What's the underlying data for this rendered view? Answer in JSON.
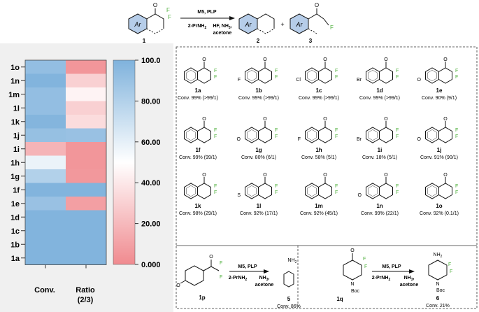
{
  "colors": {
    "high": "#7fb2dc",
    "mid": "#ffffff",
    "low": "#f08a8f",
    "ar_fill": "#b6cde9",
    "fluorine": "#4caf3a"
  },
  "scheme": {
    "ar": "Ar",
    "reagents_top": "M5, PLP",
    "reagents_left": "2-PrNH",
    "reagents_left_sub": "2",
    "reagents_right": "HF, NH",
    "reagents_right_sub": "3",
    "solvent": ",",
    "solvent2": "acetone",
    "plus": "+",
    "cmpd1": "1",
    "cmpd2": "2",
    "cmpd3": "3",
    "o": "O",
    "f": "F"
  },
  "heatmap": {
    "rows": [
      "1o",
      "1n",
      "1m",
      "1l",
      "1k",
      "1j",
      "1i",
      "1h",
      "1g",
      "1f",
      "1e",
      "1d",
      "1c",
      "1b",
      "1a"
    ],
    "conv": [
      92,
      99,
      92,
      92,
      98,
      91,
      18,
      58,
      80,
      99,
      90,
      99,
      99,
      99,
      99
    ],
    "ratio_labels": [
      "Conv.",
      "Ratio",
      "(2/3)"
    ],
    "ratio": [
      5,
      30,
      45,
      30,
      35,
      90,
      5,
      5,
      6,
      99,
      9,
      99,
      99,
      99,
      99
    ]
  },
  "colorbar": {
    "ticks": [
      "100.0",
      "80.00",
      "60.00",
      "40.00",
      "20.00",
      "0.000"
    ],
    "range": [
      0,
      100
    ]
  },
  "compounds": [
    {
      "id": "1a",
      "info": "Conv. 99% (>99/1)"
    },
    {
      "id": "1b",
      "info": "Conv. 99% (>99/1)",
      "sub": "F"
    },
    {
      "id": "1c",
      "info": "Conv. 99% (>99/1)",
      "sub": "Cl"
    },
    {
      "id": "1d",
      "info": "Conv. 99% (>99/1)",
      "sub": "Br"
    },
    {
      "id": "1e",
      "info": "Conv. 90% (9/1)",
      "sub": "O"
    },
    {
      "id": "1f",
      "info": "Conv. 99% (99/1)"
    },
    {
      "id": "1g",
      "info": "Conv. 80% (6/1)",
      "sub": "O"
    },
    {
      "id": "1h",
      "info": "Conv. 58% (5/1)",
      "sub": "F"
    },
    {
      "id": "1i",
      "info": "Conv. 18% (5/1)",
      "sub": "Br"
    },
    {
      "id": "1j",
      "info": "Conv. 91% (90/1)",
      "sub": "O"
    },
    {
      "id": "1k",
      "info": "Conv. 98% (29/1)"
    },
    {
      "id": "1l",
      "info": "Conv. 92% (17/1)",
      "sub": "S"
    },
    {
      "id": "1m",
      "info": "Conv. 92% (45/1)"
    },
    {
      "id": "1n",
      "info": "Conv. 99% (22/1)",
      "sub": "O"
    },
    {
      "id": "1o",
      "info": "Conv. 92% (0.1/1)"
    }
  ],
  "bottom": {
    "p_id": "1p",
    "p_conv": "Conv. 86%",
    "prod5": "5",
    "q_id": "1q",
    "q_conv": "Conv. 21%",
    "prod6": "6",
    "nh2": "NH",
    "nh2_sub": "2",
    "n": "N",
    "boc": "Boc"
  }
}
